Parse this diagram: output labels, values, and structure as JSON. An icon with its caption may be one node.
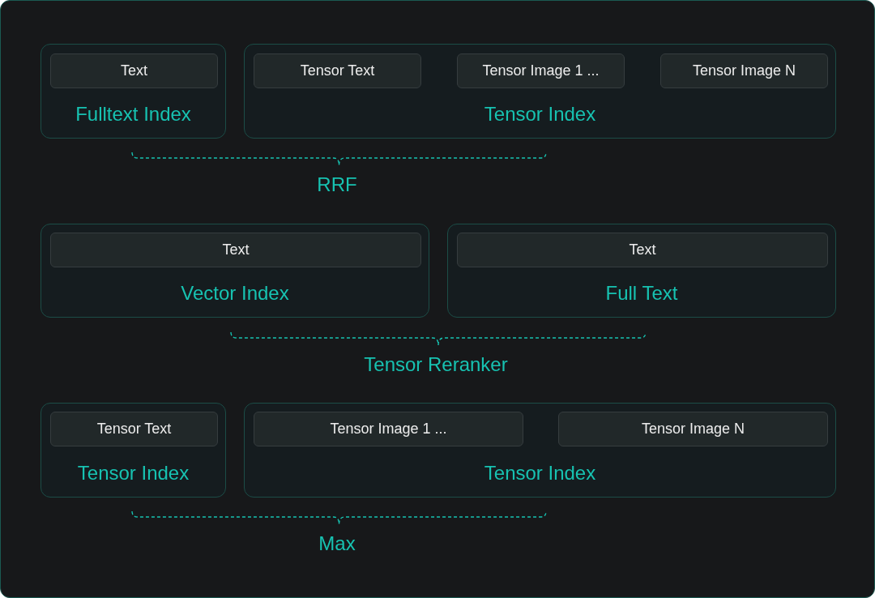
{
  "diagram": {
    "nodes": [
      {
        "text": [
          "Fulltext Index"
        ]
      },
      {
        "text": [
          "Text"
        ],
        "in": 0
      },
      {
        "text": [
          "Tensor Index"
        ]
      },
      {
        "text": [
          "Tensor Text"
        ],
        "in": 2
      },
      {
        "text": [
          "Tensor Image 1 ..."
        ],
        "in": 2
      },
      {
        "text": [
          "Tensor Image N"
        ],
        "in": 2
      },
      {
        "text": [
          "Vector Index"
        ]
      },
      {
        "text": [
          "Text"
        ],
        "in": 6
      },
      {
        "text": [
          "Full Text"
        ]
      },
      {
        "text": [
          "Text"
        ],
        "in": 8
      },
      {
        "text": [
          "Tensor Index"
        ]
      },
      {
        "text": [
          "Tensor Text"
        ],
        "in": 10
      },
      {
        "text": [
          "Tensor Index"
        ]
      },
      {
        "text": [
          "Tensor Image 1 ..."
        ],
        "in": 12
      },
      {
        "text": [
          "Tensor Image N"
        ],
        "in": 12
      }
    ],
    "labels": [
      "RRF",
      "Tensor Reranker",
      "Max"
    ]
  }
}
